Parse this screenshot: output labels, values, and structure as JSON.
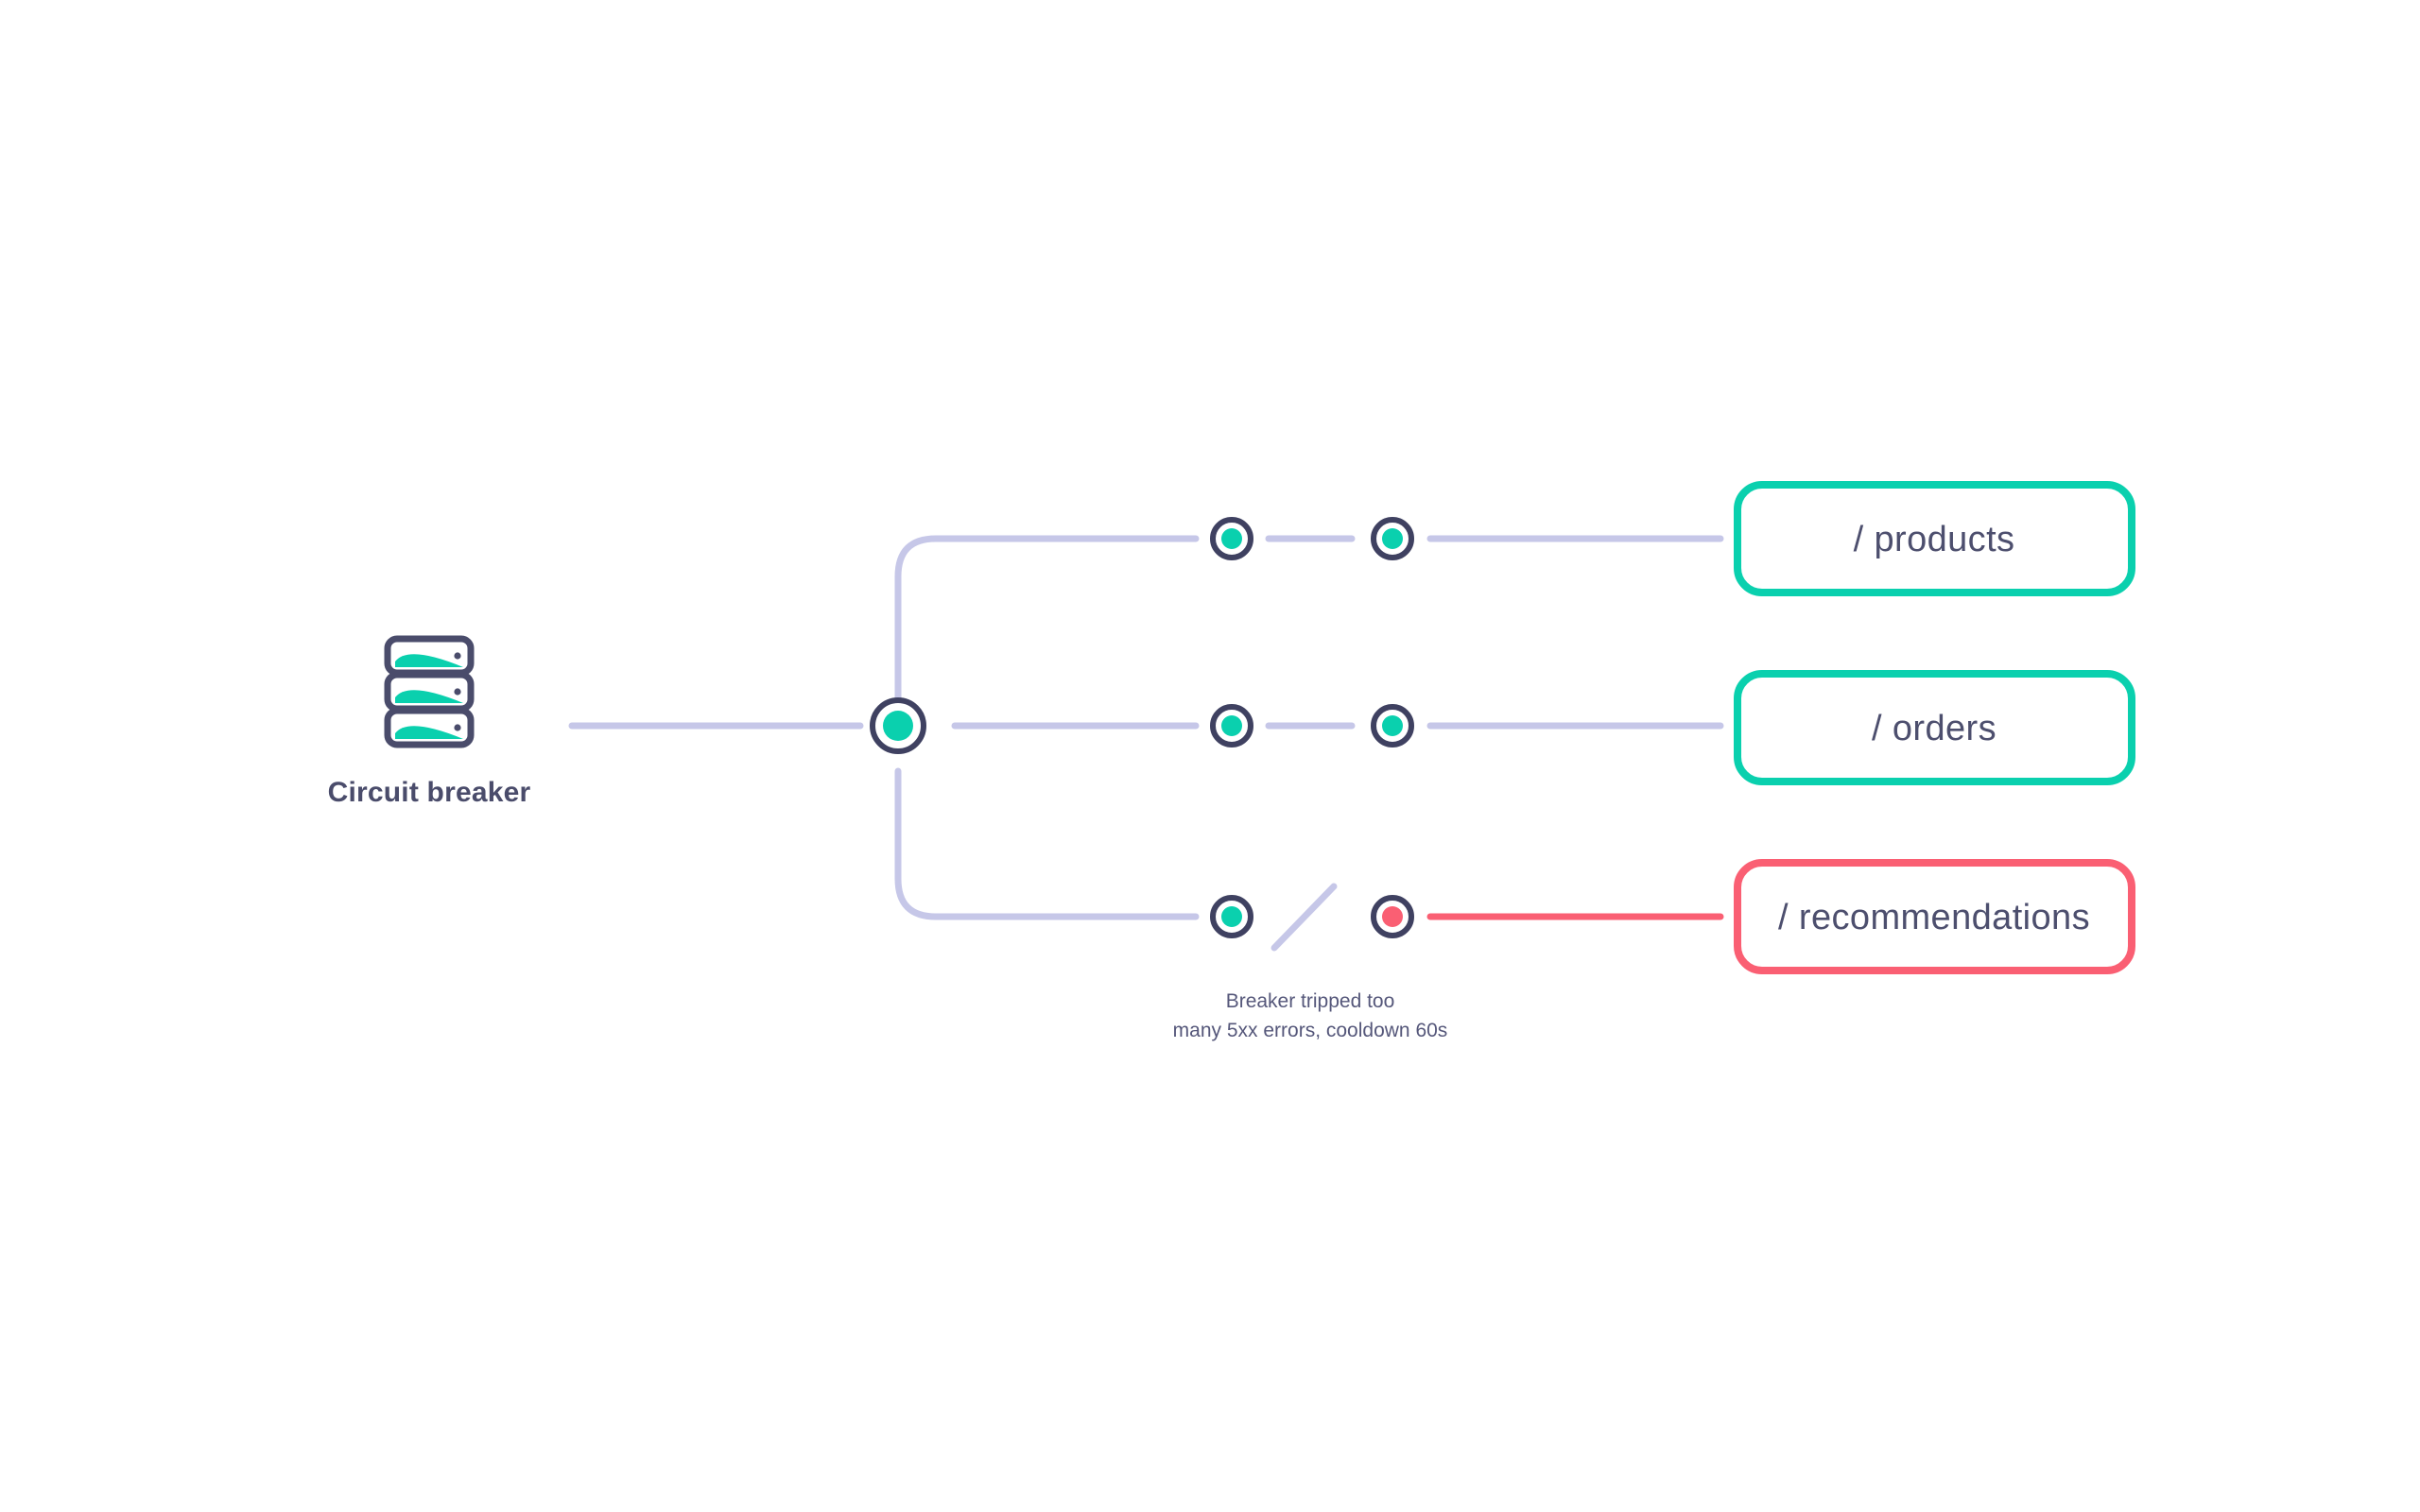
{
  "diagram": {
    "type": "circuit-breaker-flow",
    "background_color": "#ffffff",
    "palette": {
      "teal": "#0ad0ae",
      "red": "#fa5f73",
      "lavender": "#c6c7e8",
      "navy": "#3f4161",
      "text": "#4d4f6e",
      "white": "#ffffff"
    },
    "source": {
      "name": "server-stack",
      "label": "Circuit breaker",
      "icon": "server-rack-icon",
      "rows": 3,
      "row_graphic": "decay-curve",
      "row_indicator": "status-dot"
    },
    "hub": {
      "name": "breaker-hub-node",
      "state": "healthy",
      "color": "#0ad0ae"
    },
    "branches": [
      {
        "id": "products",
        "label": "/ products",
        "status": "ok",
        "box_color": "#0ad0ae",
        "link_color": "#c6c7e8",
        "nodes": [
          {
            "name": "products-node-1",
            "color": "#0ad0ae"
          },
          {
            "name": "products-node-2",
            "color": "#0ad0ae"
          }
        ],
        "broken": false
      },
      {
        "id": "orders",
        "label": "/ orders",
        "status": "ok",
        "box_color": "#0ad0ae",
        "link_color": "#c6c7e8",
        "nodes": [
          {
            "name": "orders-node-1",
            "color": "#0ad0ae"
          },
          {
            "name": "orders-node-2",
            "color": "#0ad0ae"
          }
        ],
        "broken": false
      },
      {
        "id": "recommendations",
        "label": "/ recommendations",
        "status": "tripped",
        "box_color": "#fa5f73",
        "link_color": "#fa5f73",
        "nodes": [
          {
            "name": "recommendations-node-1",
            "color": "#0ad0ae"
          },
          {
            "name": "recommendations-node-2",
            "color": "#fa5f73"
          }
        ],
        "broken": true,
        "break_marker": "diagonal-slash"
      }
    ],
    "annotation": {
      "name": "breaker-tripped-annotation",
      "line1": "Breaker tripped too",
      "line2": "many 5xx errors, cooldown 60s"
    }
  }
}
